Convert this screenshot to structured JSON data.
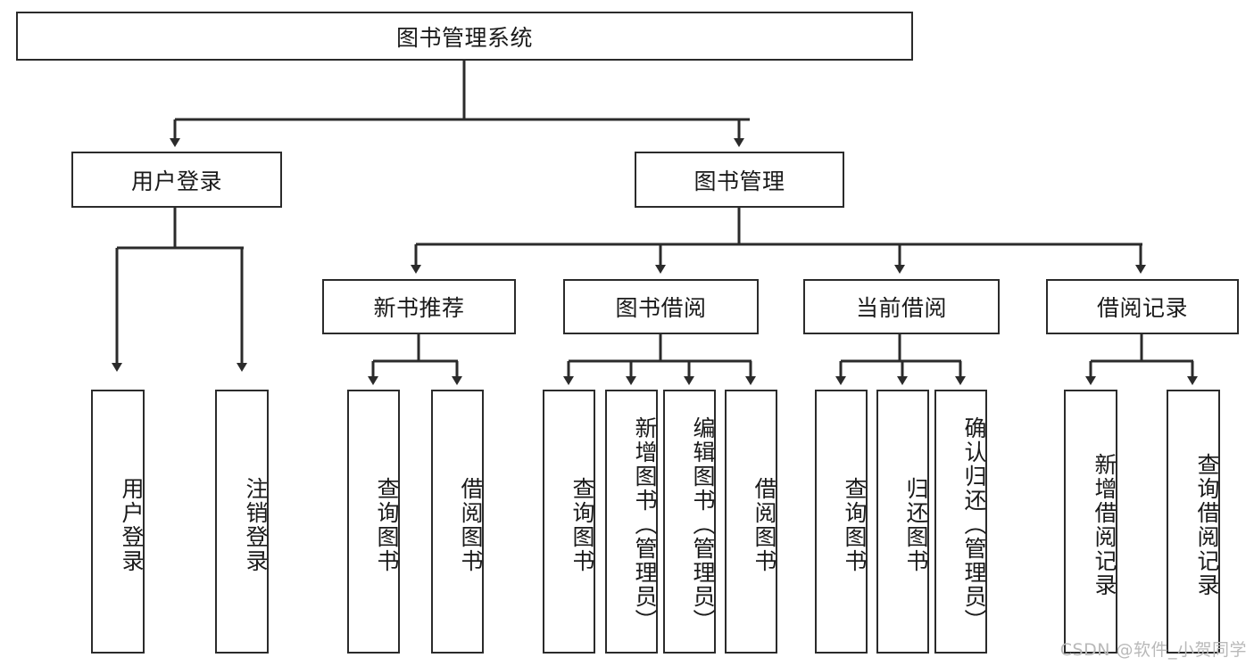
{
  "diagram": {
    "title_node": {
      "label": "图书管理系统"
    },
    "level2": [
      {
        "id": "user-login",
        "label": "用户登录"
      },
      {
        "id": "book-management",
        "label": "图书管理"
      }
    ],
    "level3": [
      {
        "id": "new-book-recommend",
        "label": "新书推荐"
      },
      {
        "id": "book-borrow",
        "label": "图书借阅"
      },
      {
        "id": "current-borrow",
        "label": "当前借阅"
      },
      {
        "id": "borrow-record",
        "label": "借阅记录"
      }
    ],
    "leaves": [
      {
        "id": "leaf-user-login",
        "label": "用户登录",
        "parent": "user-login"
      },
      {
        "id": "leaf-logout-login",
        "label": "注销登录",
        "parent": "user-login"
      },
      {
        "id": "leaf-query-book-1",
        "label": "查询图书",
        "parent": "new-book-recommend"
      },
      {
        "id": "leaf-borrow-book-1",
        "label": "借阅图书",
        "parent": "new-book-recommend"
      },
      {
        "id": "leaf-query-book-2",
        "label": "查询图书",
        "parent": "book-borrow"
      },
      {
        "id": "leaf-add-book",
        "label": "新增图书（管理员）",
        "parent": "book-borrow"
      },
      {
        "id": "leaf-edit-book",
        "label": "编辑图书（管理员）",
        "parent": "book-borrow"
      },
      {
        "id": "leaf-borrow-book-2",
        "label": "借阅图书",
        "parent": "book-borrow"
      },
      {
        "id": "leaf-query-book-3",
        "label": "查询图书",
        "parent": "current-borrow"
      },
      {
        "id": "leaf-return-book",
        "label": "归还图书",
        "parent": "current-borrow"
      },
      {
        "id": "leaf-confirm-return",
        "label": "确认归还（管理员）",
        "parent": "current-borrow"
      },
      {
        "id": "leaf-add-record",
        "label": "新增借阅记录",
        "parent": "borrow-record"
      },
      {
        "id": "leaf-query-record",
        "label": "查询借阅记录",
        "parent": "borrow-record"
      }
    ]
  },
  "watermark": {
    "text": "CSDN @软件_小贺同学"
  },
  "colors": {
    "stroke": "#2b2b2b",
    "background": "#ffffff",
    "text": "#1a1a1a",
    "watermark": "#b9b9b9"
  }
}
